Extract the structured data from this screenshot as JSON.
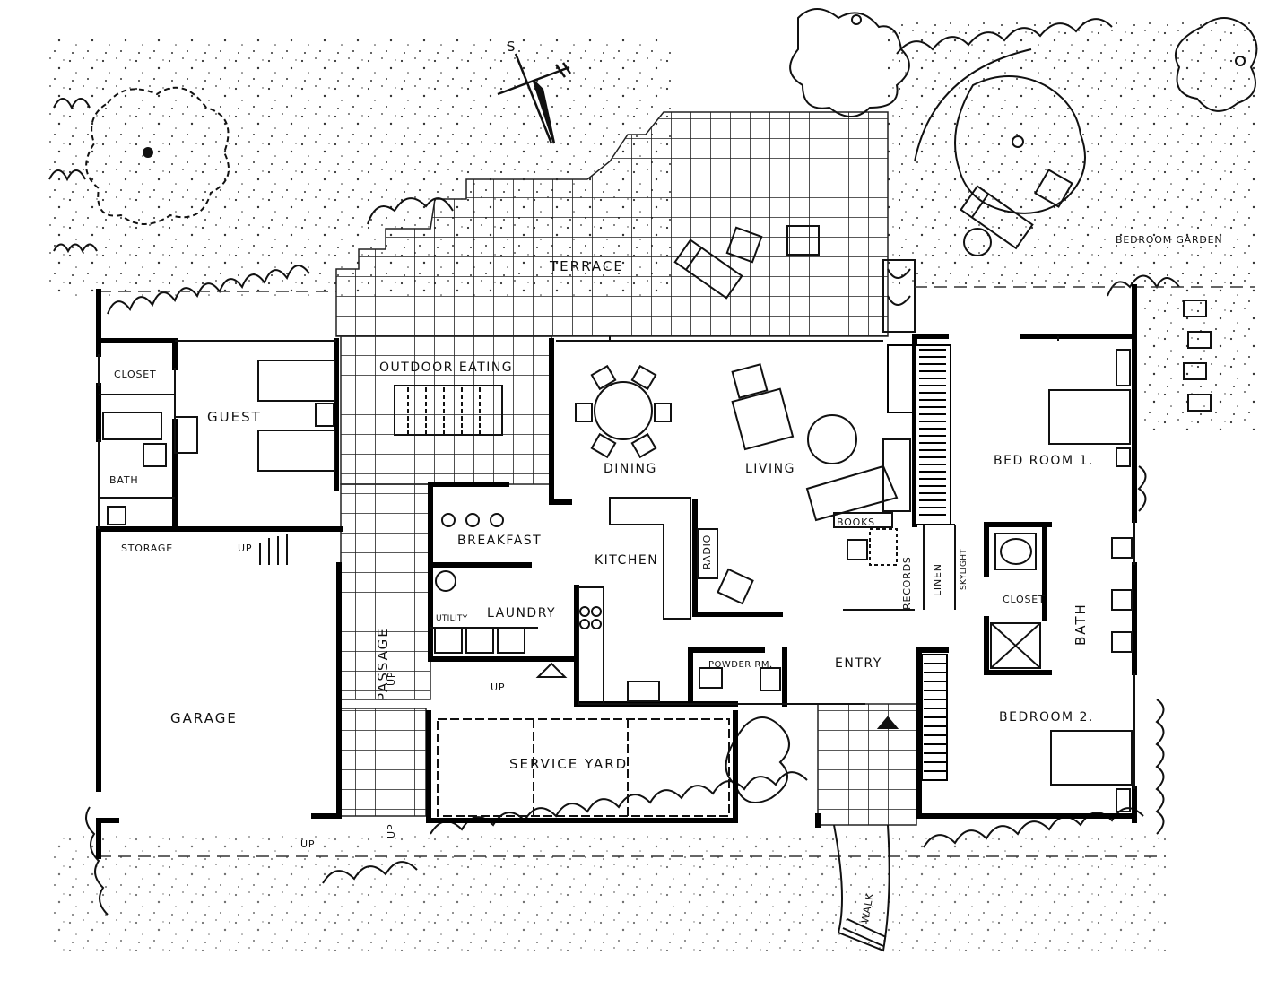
{
  "compass": {
    "label": "S"
  },
  "labels": {
    "terrace": "TERRACE",
    "outdoor_eating": "OUTDOOR EATING",
    "closet_guest": "CLOSET",
    "guest": "GUEST",
    "bath_guest": "BATH",
    "storage": "STORAGE",
    "up_storage": "UP",
    "garage": "GARAGE",
    "up_garage": "UP",
    "passage": "PASSAGE",
    "up_passage": "UP",
    "up_yard_left": "UP",
    "up_laundry": "UP",
    "dining": "DINING",
    "living": "LIVING",
    "breakfast": "BREAKFAST",
    "kitchen": "KITCHEN",
    "radio": "RADIO",
    "utility": "UTILITY",
    "laundry": "LAUNDRY",
    "books": "BOOKS",
    "records": "RECORDS",
    "linen": "LINEN",
    "skylight": "SKYLIGHT",
    "closet_bath": "CLOSET",
    "bath_master": "BATH",
    "powder_rm": "POWDER RM.",
    "entry": "ENTRY",
    "bedroom1": "BED ROOM 1.",
    "bedroom2": "BEDROOM 2.",
    "bedroom_garden": "BEDROOM GARDEN",
    "service_yard": "SERVICE YARD",
    "walk": "WALK"
  }
}
